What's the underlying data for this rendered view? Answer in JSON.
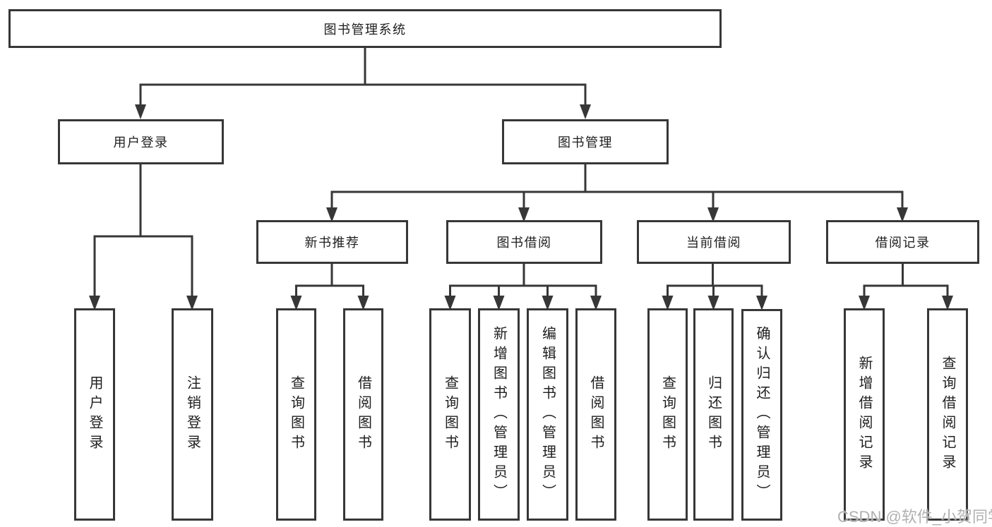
{
  "diagram": {
    "tree": {
      "label": "图书管理系统",
      "children": [
        {
          "label": "用户登录",
          "children": [
            {
              "label": "用户登录"
            },
            {
              "label": "注销登录"
            }
          ]
        },
        {
          "label": "图书管理",
          "children": [
            {
              "label": "新书推荐",
              "children": [
                {
                  "label": "查询图书"
                },
                {
                  "label": "借阅图书"
                }
              ]
            },
            {
              "label": "图书借阅",
              "children": [
                {
                  "label": "查询图书"
                },
                {
                  "label": "新增图书（管理员）"
                },
                {
                  "label": "编辑图书（管理员）"
                },
                {
                  "label": "借阅图书"
                }
              ]
            },
            {
              "label": "当前借阅",
              "children": [
                {
                  "label": "查询图书"
                },
                {
                  "label": "归还图书"
                },
                {
                  "label": "确认归还（管理员）"
                }
              ]
            },
            {
              "label": "借阅记录",
              "children": [
                {
                  "label": "新增借阅记录"
                },
                {
                  "label": "查询借阅记录"
                }
              ]
            }
          ]
        }
      ]
    }
  },
  "watermark": "CSDN @软件_小贺同学",
  "colors": {
    "line": "#373737",
    "text": "#1e1e1e",
    "box_bg": "#ffffff",
    "watermark": "#b0b0b0"
  }
}
